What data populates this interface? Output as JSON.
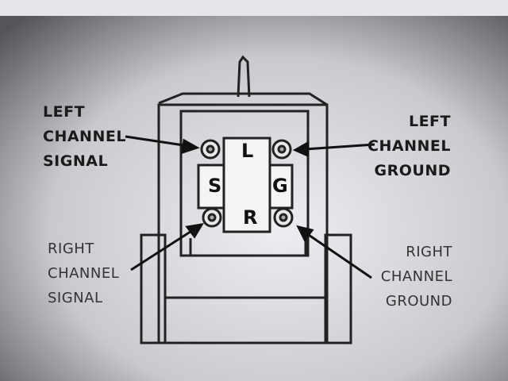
{
  "title": "Phono cartridge terminal wiring",
  "labels": {
    "left_signal": [
      "LEFT",
      "CHANNEL",
      "SIGNAL"
    ],
    "left_ground": [
      "LEFT",
      "CHANNEL",
      "GROUND"
    ],
    "right_signal": [
      "RIGHT",
      "CHANNEL",
      "SIGNAL"
    ],
    "right_ground": [
      "RIGHT",
      "CHANNEL",
      "GROUND"
    ]
  },
  "terminals": {
    "top": "L",
    "left": "S",
    "right": "G",
    "bottom": "R"
  }
}
